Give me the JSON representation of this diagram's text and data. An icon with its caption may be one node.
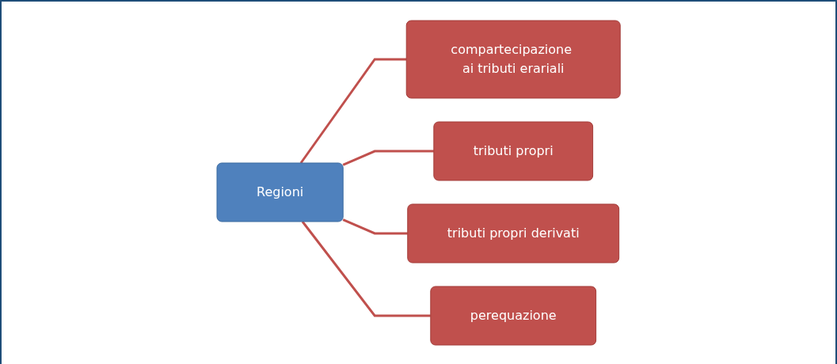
{
  "diagram": {
    "nodes": [
      {
        "text": [
          "Regioni"
        ]
      },
      {
        "text": [
          "compartecipazione ai tributi erariali"
        ]
      },
      {
        "text": [
          "tributi propri"
        ]
      },
      {
        "text": [
          "tributi propri derivati"
        ]
      },
      {
        "text": [
          "perequazione"
        ]
      }
    ],
    "edges": [
      {
        "from": 0,
        "to": 1,
        "arrow": "none"
      },
      {
        "from": 0,
        "to": 2,
        "arrow": "none"
      },
      {
        "from": 0,
        "to": 3,
        "arrow": "none"
      },
      {
        "from": 0,
        "to": 4,
        "arrow": "none"
      }
    ]
  }
}
